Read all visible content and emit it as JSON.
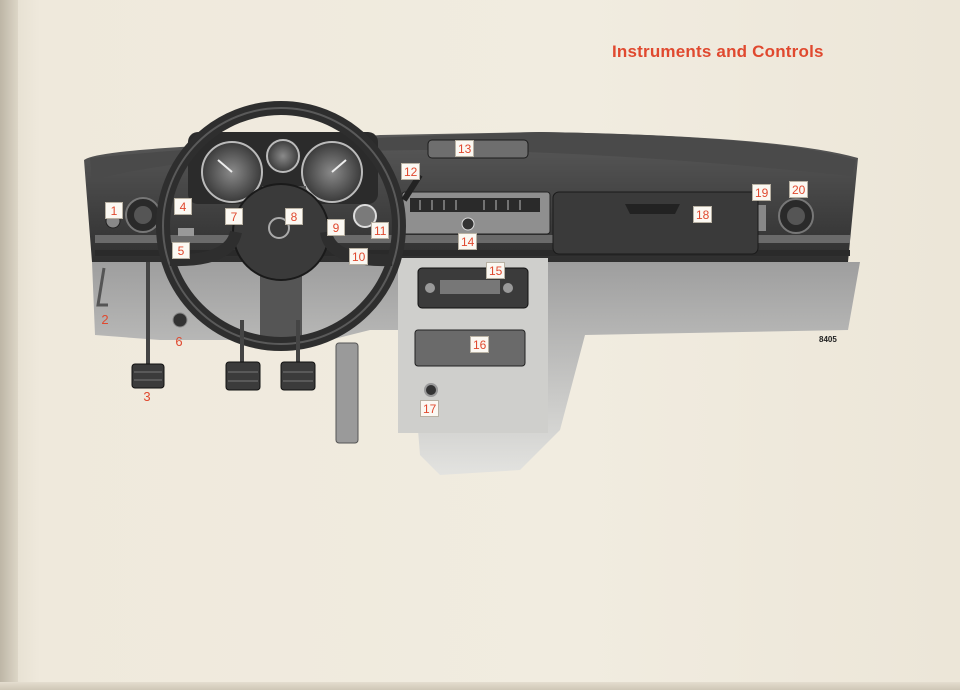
{
  "page": {
    "title": "Instruments and Controls"
  },
  "figure": {
    "figure_number": "8405",
    "callouts": [
      "1",
      "2",
      "3",
      "4",
      "5",
      "6",
      "7",
      "8",
      "9",
      "10",
      "11",
      "12",
      "13",
      "14",
      "15",
      "16",
      "17",
      "18",
      "19",
      "20"
    ],
    "colors": {
      "accent": "#e0492f",
      "dash": "#3f3f3f",
      "paper": "#f1ece0"
    }
  }
}
